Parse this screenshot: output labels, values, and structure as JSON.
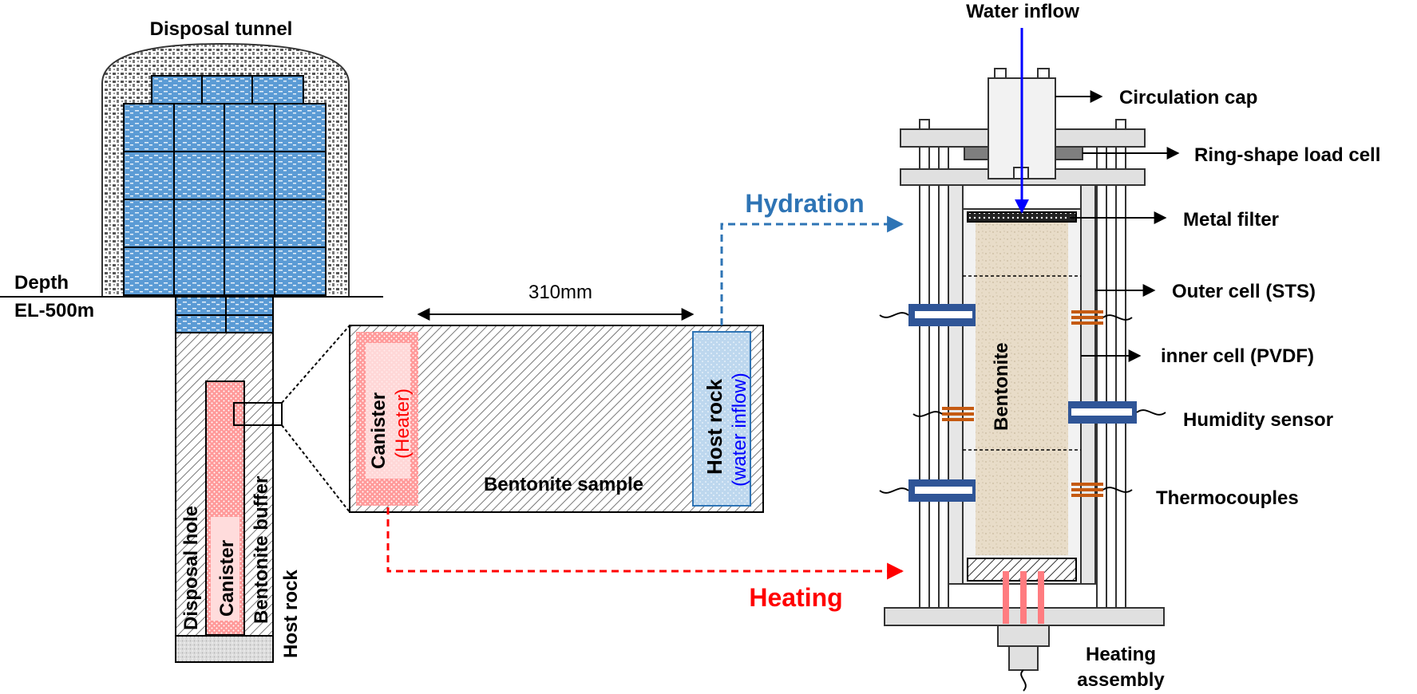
{
  "left_section": {
    "disposal_tunnel": "Disposal tunnel",
    "depth": "Depth",
    "elevation": "EL-500m",
    "disposal_hole": "Disposal hole",
    "canister": "Canister",
    "bentonite_buffer": "Bentonite buffer",
    "host_rock": "Host rock"
  },
  "middle_section": {
    "dimension": "310mm",
    "canister": "Canister",
    "heater": "(Heater)",
    "bentonite_sample": "Bentonite sample",
    "host_rock": "Host rock",
    "water_inflow": "(water inflow)",
    "hydration": "Hydration",
    "heating": "Heating"
  },
  "right_section": {
    "water_inflow": "Water inflow",
    "circulation_cap": "Circulation cap",
    "ring_load_cell": "Ring-shape load cell",
    "metal_filter": "Metal filter",
    "outer_cell": "Outer cell (STS)",
    "inner_cell": "inner cell (PVDF)",
    "humidity_sensor": "Humidity sensor",
    "thermocouples": "Thermocouples",
    "heating_assembly_line1": "Heating",
    "heating_assembly_line2": "assembly",
    "bentonite": "Bentonite"
  },
  "colors": {
    "hydration": "#2e74b5",
    "heating": "#ff0000",
    "water": "#0000ff",
    "block_blue": "#5b9bd5",
    "canister_red": "#ff7c80",
    "bentonite_tan": "#e8dcc8",
    "sensor_blue": "#2f5597",
    "thermo_orange": "#c55a11"
  }
}
